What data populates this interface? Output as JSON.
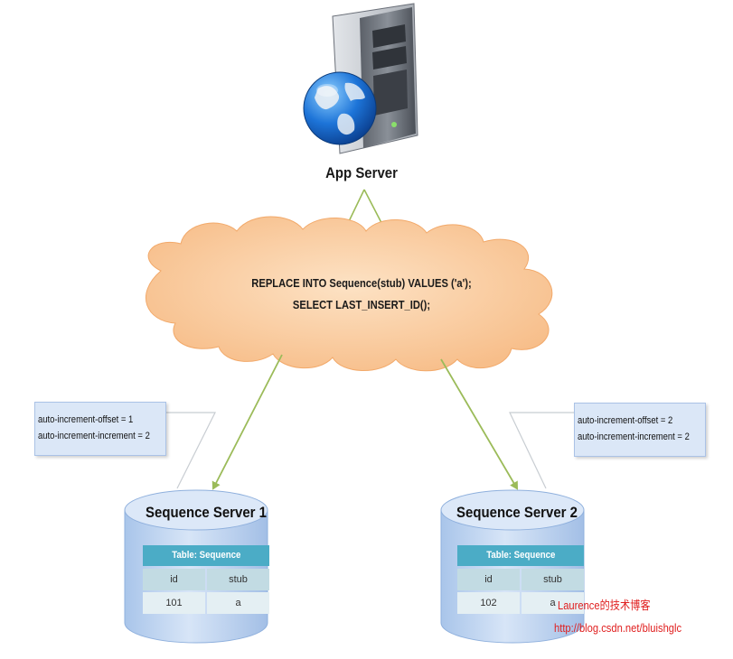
{
  "app_server": {
    "label": "App Server",
    "icon": "server-globe-icon"
  },
  "cloud": {
    "lines": [
      "REPLACE INTO Sequence(stub) VALUES ('a');",
      "SELECT LAST_INSERT_ID();"
    ],
    "color": "#f9c99a"
  },
  "servers": [
    {
      "title": "Sequence Server 1",
      "config": [
        "auto-increment-offset = 1",
        "auto-increment-increment = 2"
      ],
      "table": {
        "caption": "Table: Sequence",
        "columns": [
          "id",
          "stub"
        ],
        "row": [
          "101",
          "a"
        ]
      }
    },
    {
      "title": "Sequence Server 2",
      "config": [
        "auto-increment-offset = 2",
        "auto-increment-increment = 2"
      ],
      "table": {
        "caption": "Table: Sequence",
        "columns": [
          "id",
          "stub"
        ],
        "row": [
          "102",
          "a"
        ]
      }
    }
  ],
  "watermark": {
    "line1": "Laurence的技术博客",
    "line2": "http://blog.csdn.net/bluishglc"
  },
  "colors": {
    "connector": "#9bbb59",
    "cylinder": "#c6d9f1",
    "table_header": "#4bacc6",
    "watermark": "#e02020"
  }
}
